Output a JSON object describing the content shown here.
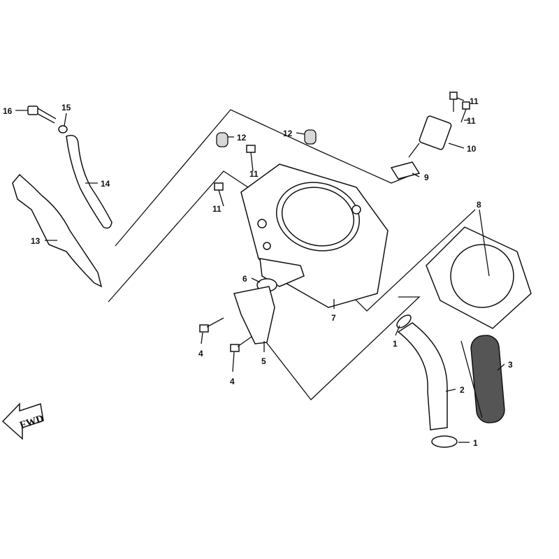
{
  "diagram": {
    "title": "Cylinder assembly exploded view",
    "direction_indicator": "FWD",
    "callouts": {
      "c16": "16",
      "c15": "15",
      "c14": "14",
      "c13": "13",
      "c12a": "12",
      "c11a": "11",
      "c11b": "11",
      "c12b": "12",
      "c11c": "11",
      "c11d": "11",
      "c10": "10",
      "c9": "9",
      "c8": "8",
      "c7": "7",
      "c6": "6",
      "c5": "5",
      "c4a": "4",
      "c4b": "4",
      "c3": "3",
      "c2": "2",
      "c1a": "1",
      "c1b": "1"
    }
  }
}
